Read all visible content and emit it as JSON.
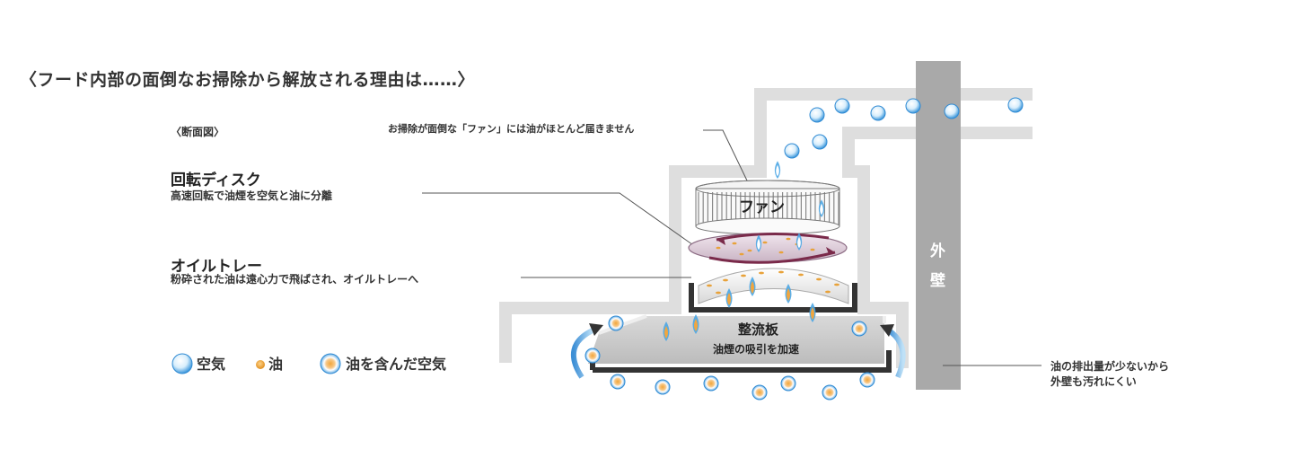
{
  "title": "〈フード内部の面倒なお掃除から解放される理由は……〉",
  "section_label": "〈断面図〉",
  "fan_note": "お掃除が面倒な「ファン」には油がほとんど届きません",
  "parts": {
    "disk": {
      "title": "回転ディスク",
      "desc": "高速回転で油煙を空気と油に分離"
    },
    "tray": {
      "title": "オイルトレー",
      "desc": "粉砕された油は遠心力で飛ばされ、オイルトレーへ"
    },
    "fan": {
      "label": "ファン"
    },
    "plate": {
      "title": "整流板",
      "desc": "油煙の吸引を加速"
    },
    "wall": {
      "label_1": "外",
      "label_2": "壁"
    }
  },
  "legend": {
    "air": "空気",
    "oil": "油",
    "oily_air": "油を含んだ空気"
  },
  "wall_note": {
    "line1": "油の排出量が少ないから",
    "line2": "外壁も汚れにくい"
  },
  "colors": {
    "duct": "#dddddd",
    "wall": "#a8a8a8",
    "air_blue": "#5aaee6",
    "oil_orange": "#e8a23a",
    "arrow_maroon": "#7a2a4a",
    "plate_dark": "#333333"
  }
}
